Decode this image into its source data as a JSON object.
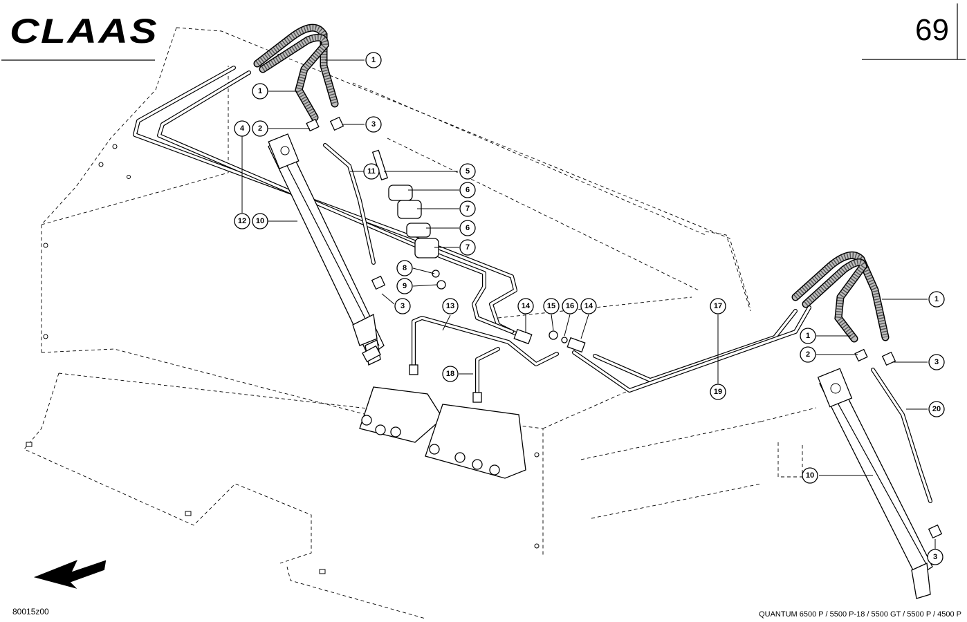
{
  "header": {
    "brand": "CLAAS",
    "page_number": "69"
  },
  "footer": {
    "drawing_code": "80015z00",
    "model_line": "QUANTUM 6500 P / 5500 P-18 / 5500 GT / 5500 P / 4500 P"
  },
  "callouts": {
    "c1a": "1",
    "c1b": "1",
    "c1c": "1",
    "c1d": "1",
    "c2a": "2",
    "c2b": "2",
    "c3a": "3",
    "c3b": "3",
    "c3c": "3",
    "c3d": "3",
    "c4": "4",
    "c5": "5",
    "c6a": "6",
    "c6b": "6",
    "c7a": "7",
    "c7b": "7",
    "c8": "8",
    "c9": "9",
    "c10a": "10",
    "c10b": "10",
    "c11": "11",
    "c12": "12",
    "c13": "13",
    "c14a": "14",
    "c14b": "14",
    "c15": "15",
    "c16": "16",
    "c17": "17",
    "c18": "18",
    "c19": "19",
    "c20": "20"
  },
  "colors": {
    "ink": "#000000",
    "paper": "#ffffff",
    "hose_fill": "#bdbdbd"
  },
  "icons": {
    "direction": "arrow-down-left-icon"
  }
}
